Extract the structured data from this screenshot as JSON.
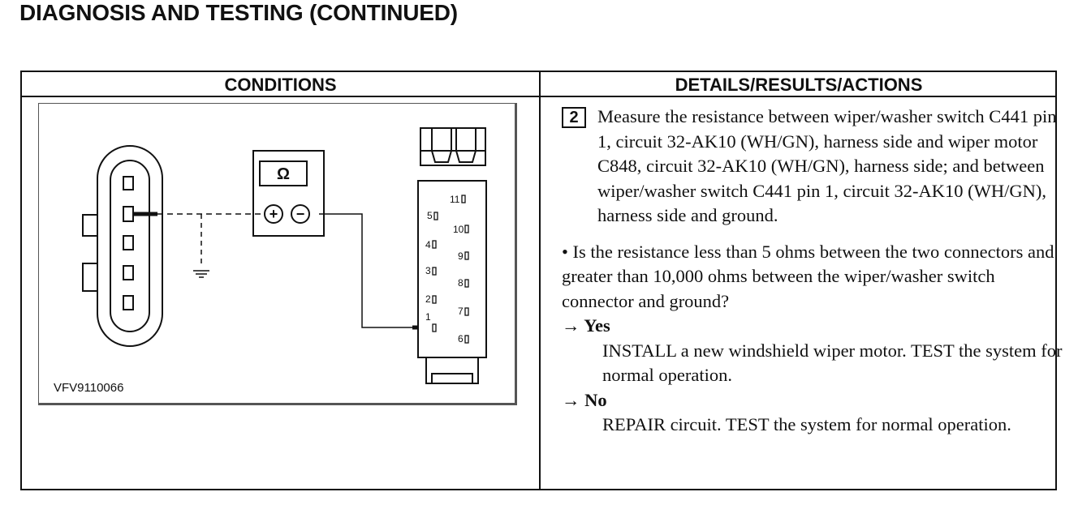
{
  "page": {
    "heading": "DIAGNOSIS AND TESTING (CONTINUED)"
  },
  "table": {
    "conditions_header": "CONDITIONS",
    "details_header": "DETAILS/RESULTS/ACTIONS"
  },
  "figure": {
    "id": "VFV9110066",
    "meter_symbol": "Ω",
    "meter_plus": "+",
    "meter_minus": "−",
    "connector_pins_left": [
      "5",
      "4",
      "3",
      "2",
      "1"
    ],
    "connector_pins_right": [
      "11",
      "10",
      "9",
      "8",
      "7",
      "6"
    ]
  },
  "step": {
    "number": "2",
    "instruction": "Measure the resistance between wiper/washer switch C441 pin 1, circuit 32-AK10 (WH/GN), harness side and wiper motor C848, circuit 32-AK10 (WH/GN), harness side; and between wiper/washer switch C441 pin 1, circuit 32-AK10 (WH/GN), harness side and ground.",
    "question": "• Is the resistance less than 5 ohms between the two connectors and greater than 10,000 ohms between the wiper/washer switch connector and ground?",
    "yes_label": "→ Yes",
    "yes_action": "INSTALL a new windshield wiper motor. TEST the system for normal operation.",
    "no_label": "→ No",
    "no_action": "REPAIR circuit. TEST the system for normal operation."
  }
}
